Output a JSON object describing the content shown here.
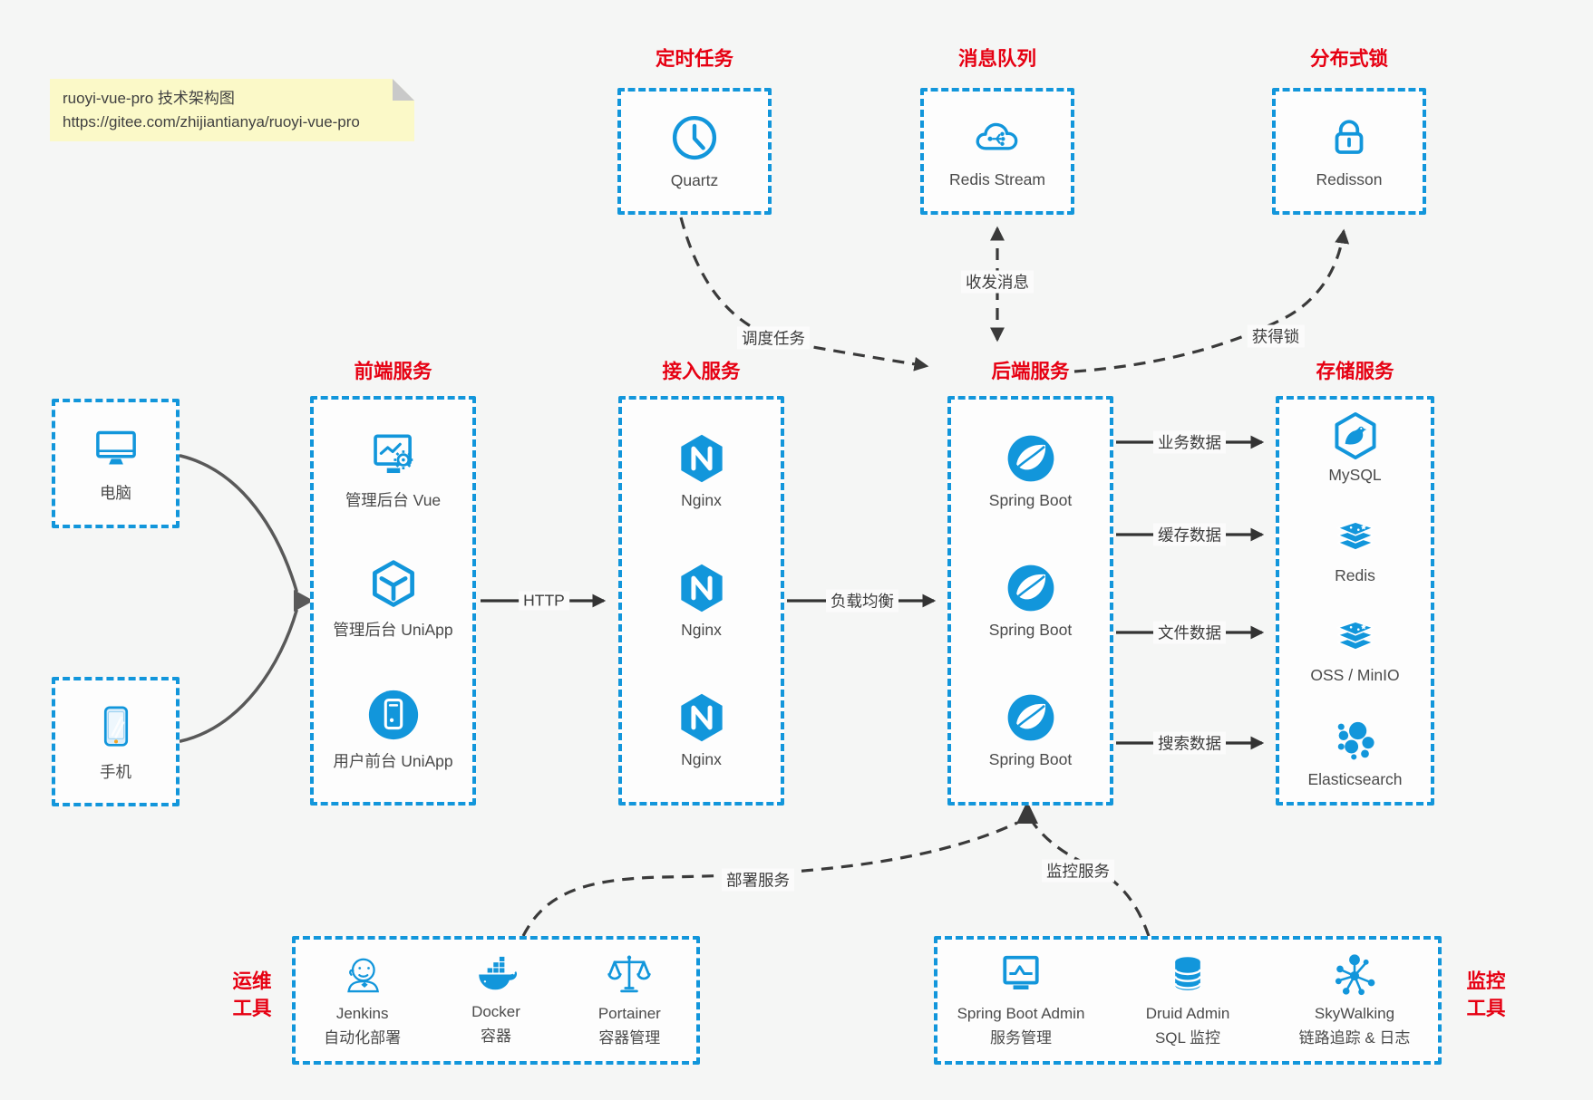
{
  "theme": {
    "blue": "#1296db",
    "red": "#e60012",
    "page_bg": "#f5f6f5",
    "note_bg": "#fbf9c8",
    "arrow_dark": "#3a3a3a",
    "arrow_gray": "#595959",
    "label_text": "#4a4a4a"
  },
  "note": {
    "line1": "ruoyi-vue-pro 技术架构图",
    "line2": "https://gitee.com/zhijiantianya/ruoyi-vue-pro"
  },
  "top_services": [
    {
      "title": "定时任务",
      "label": "Quartz",
      "icon": "clock-icon"
    },
    {
      "title": "消息队列",
      "label": "Redis Stream",
      "icon": "cloud-stream-icon"
    },
    {
      "title": "分布式锁",
      "label": "Redisson",
      "icon": "lock-icon"
    }
  ],
  "clients": [
    {
      "label": "电脑",
      "icon": "desktop-icon"
    },
    {
      "label": "手机",
      "icon": "phone-icon"
    }
  ],
  "columns": {
    "frontend": {
      "title": "前端服务",
      "items": [
        {
          "label": "管理后台 Vue",
          "icon": "admin-vue-icon"
        },
        {
          "label": "管理后台 UniApp",
          "icon": "uniapp-cube-icon"
        },
        {
          "label": "用户前台 UniApp",
          "icon": "user-app-icon"
        }
      ]
    },
    "gateway": {
      "title": "接入服务",
      "items": [
        {
          "label": "Nginx",
          "icon": "nginx-icon"
        },
        {
          "label": "Nginx",
          "icon": "nginx-icon"
        },
        {
          "label": "Nginx",
          "icon": "nginx-icon"
        }
      ]
    },
    "backend": {
      "title": "后端服务",
      "items": [
        {
          "label": "Spring Boot",
          "icon": "spring-boot-icon"
        },
        {
          "label": "Spring Boot",
          "icon": "spring-boot-icon"
        },
        {
          "label": "Spring Boot",
          "icon": "spring-boot-icon"
        }
      ]
    },
    "storage": {
      "title": "存储服务",
      "items": [
        {
          "label": "MySQL",
          "icon": "mysql-icon"
        },
        {
          "label": "Redis",
          "icon": "redis-icon"
        },
        {
          "label": "OSS / MinIO",
          "icon": "oss-minio-icon"
        },
        {
          "label": "Elasticsearch",
          "icon": "elasticsearch-icon"
        }
      ]
    }
  },
  "tool_groups": {
    "ops": {
      "title_line1": "运维",
      "title_line2": "工具",
      "items": [
        {
          "name": "Jenkins",
          "desc": "自动化部署",
          "icon": "jenkins-icon"
        },
        {
          "name": "Docker",
          "desc": "容器",
          "icon": "docker-icon"
        },
        {
          "name": "Portainer",
          "desc": "容器管理",
          "icon": "portainer-icon"
        }
      ]
    },
    "monitoring": {
      "title_line1": "监控",
      "title_line2": "工具",
      "items": [
        {
          "name": "Spring Boot Admin",
          "desc": "服务管理",
          "icon": "spring-boot-admin-icon"
        },
        {
          "name": "Druid Admin",
          "desc": "SQL 监控",
          "icon": "druid-icon"
        },
        {
          "name": "SkyWalking",
          "desc": "链路追踪 & 日志",
          "icon": "skywalking-icon"
        }
      ]
    }
  },
  "edges": {
    "http": "HTTP",
    "load_balance": "负载均衡",
    "schedule_task": "调度任务",
    "send_receive_message": "收发消息",
    "acquire_lock": "获得锁",
    "business_data": "业务数据",
    "cache_data": "缓存数据",
    "file_data": "文件数据",
    "search_data": "搜索数据",
    "deploy_service": "部署服务",
    "monitor_service": "监控服务"
  }
}
